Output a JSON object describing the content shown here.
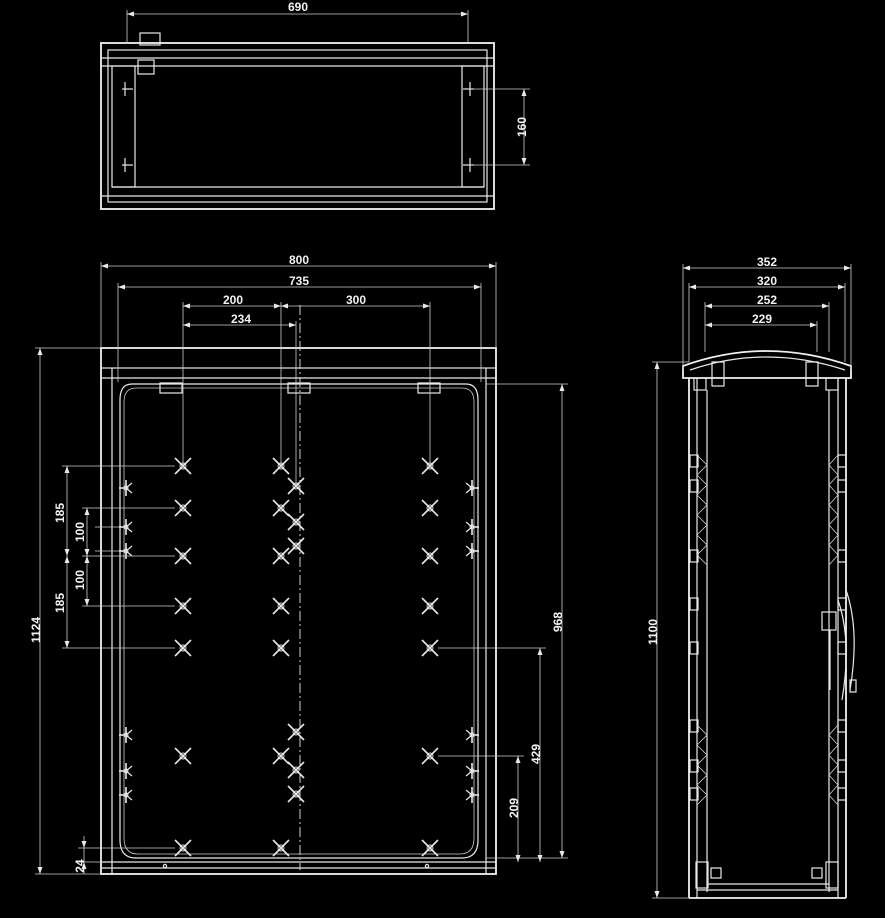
{
  "views": {
    "top": {
      "dimensions": {
        "width": "690",
        "depth": "160"
      }
    },
    "front": {
      "dimensions": {
        "outer_width": "800",
        "inner_width": "735",
        "mount_200": "200",
        "mount_234": "234",
        "mount_300": "300",
        "overall_height": "1124",
        "inner_height": "968",
        "spacing_185_top": "185",
        "spacing_100_top": "100",
        "spacing_100_bottom": "100",
        "spacing_185_bottom": "185",
        "lower_429": "429",
        "lower_209": "209",
        "base_24": "24"
      }
    },
    "side": {
      "dimensions": {
        "depth_352": "352",
        "depth_320": "320",
        "depth_252": "252",
        "depth_229": "229",
        "height_1100": "1100"
      }
    }
  },
  "colors": {
    "background": "#000000",
    "line": "#e8e8e8"
  }
}
